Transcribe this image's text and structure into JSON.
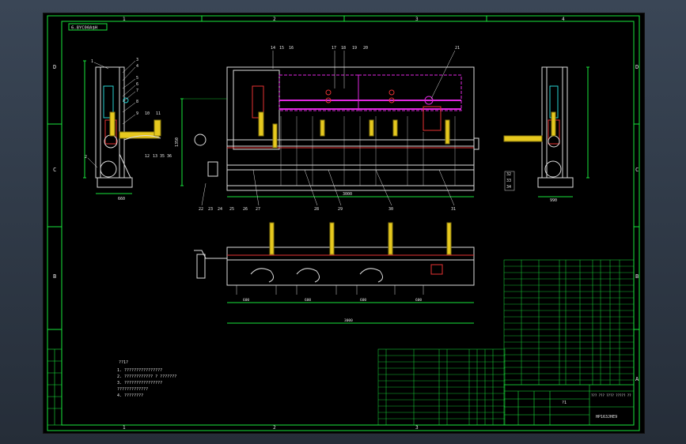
{
  "drawing": {
    "title_tag": "6.8YC00A$H",
    "columns": [
      "1",
      "2",
      "3",
      "4"
    ],
    "rows": [
      "D",
      "C",
      "B",
      "A"
    ],
    "callouts_side": [
      "1",
      "3",
      "4",
      "5",
      "6",
      "7",
      "8",
      "9",
      "10",
      "11",
      "12",
      "13",
      "35",
      "36",
      "2"
    ],
    "callouts_front_top": [
      "14",
      "15",
      "16",
      "17",
      "18",
      "19",
      "20",
      "21"
    ],
    "callouts_front_bottom": [
      "22",
      "23",
      "24",
      "25",
      "26",
      "27",
      "28",
      "29",
      "30",
      "31"
    ],
    "callouts_right": [
      "32",
      "33",
      "34"
    ],
    "dims": {
      "width_main": "3000",
      "width_plan": "3000",
      "side_w": "660",
      "right_w": "990",
      "h1": "1350",
      "seg1": "600",
      "seg2": "600",
      "seg3": "600",
      "seg4": "600"
    },
    "notes_title": "??1?",
    "notes": [
      "1. ????????????????",
      "2. ???????????? ? ???????",
      "3. ????????????????",
      "   ?????????????",
      "4. ????????"
    ],
    "title_block": {
      "name": "?1",
      "drawing_no": "HP163JHE9",
      "company": "??? ??? ???? ????? ??"
    },
    "colors": {
      "frame": "#19e63c",
      "lines": "#dcdcdc",
      "cyan": "#28d2d2",
      "magenta": "#e028e0",
      "yellow": "#e6c81e",
      "red": "#e63232"
    }
  }
}
